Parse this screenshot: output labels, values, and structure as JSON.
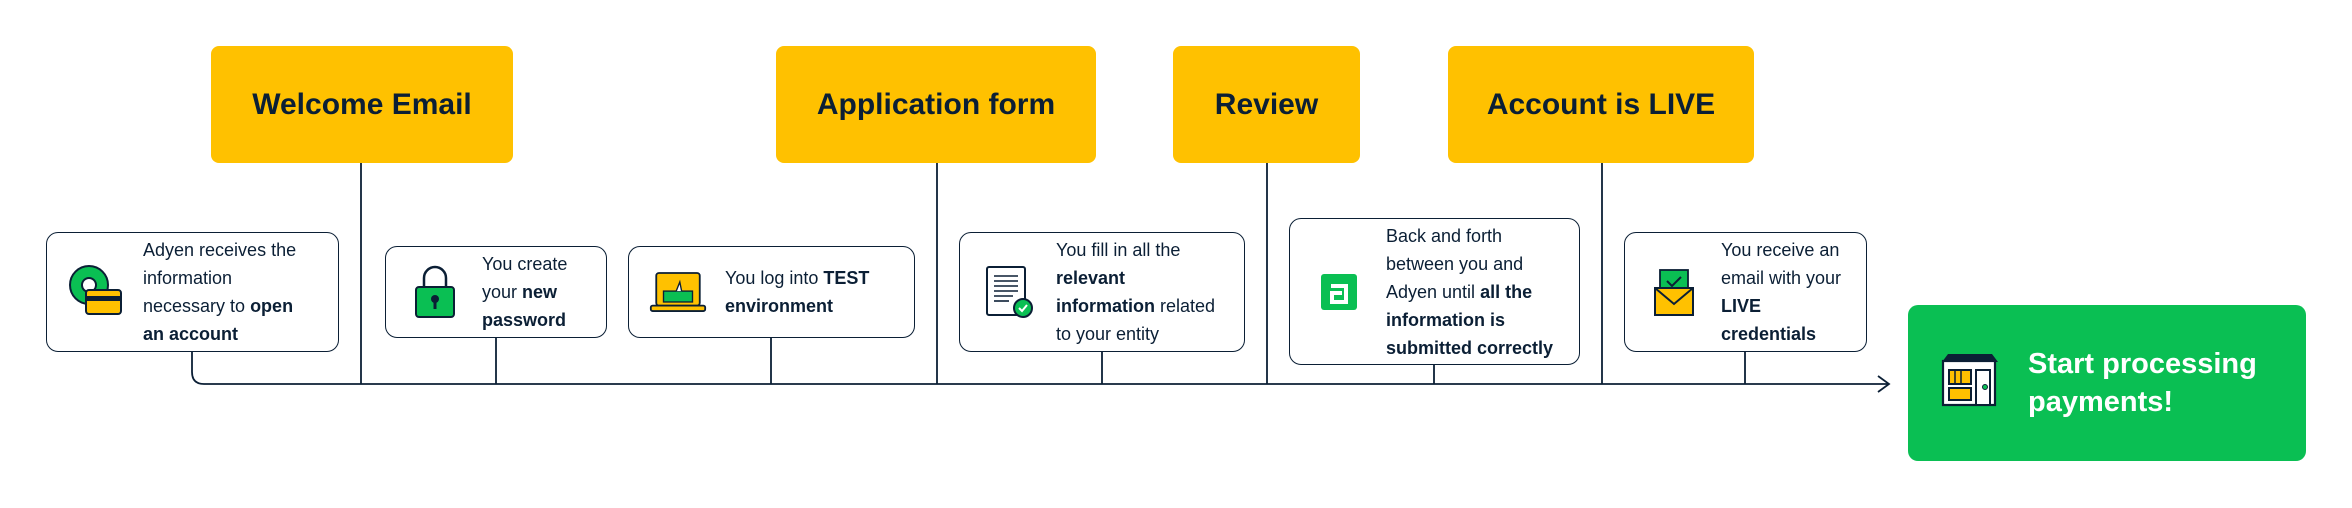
{
  "colors": {
    "accent_yellow": "#ffc100",
    "brand_green": "#0abf53",
    "ink": "#0b1f35"
  },
  "phases": [
    {
      "label": "Welcome Email"
    },
    {
      "label": "Application form"
    },
    {
      "label": "Review"
    },
    {
      "label": "Account is LIVE"
    }
  ],
  "steps": [
    {
      "icon": "card-coin-icon",
      "pre": "Adyen receives the information necessary to ",
      "bold": "open an account",
      "post": ""
    },
    {
      "icon": "padlock-icon",
      "pre": "You create your ",
      "bold": "new password",
      "post": ""
    },
    {
      "icon": "laptop-icon",
      "pre": "You log into ",
      "bold": "TEST environment",
      "post": ""
    },
    {
      "icon": "document-check-icon",
      "pre": "You fill in all the ",
      "bold": "relevant information",
      "post": " related to your entity"
    },
    {
      "icon": "adyen-logo-icon",
      "pre": "Back and forth between you and Adyen until ",
      "bold": "all the information is submitted correctly",
      "post": ""
    },
    {
      "icon": "envelope-icon",
      "pre": "You receive an email with your ",
      "bold": "LIVE credentials",
      "post": ""
    }
  ],
  "final": {
    "icon": "storefront-icon",
    "line1": "Start processing",
    "line2": "payments!"
  }
}
